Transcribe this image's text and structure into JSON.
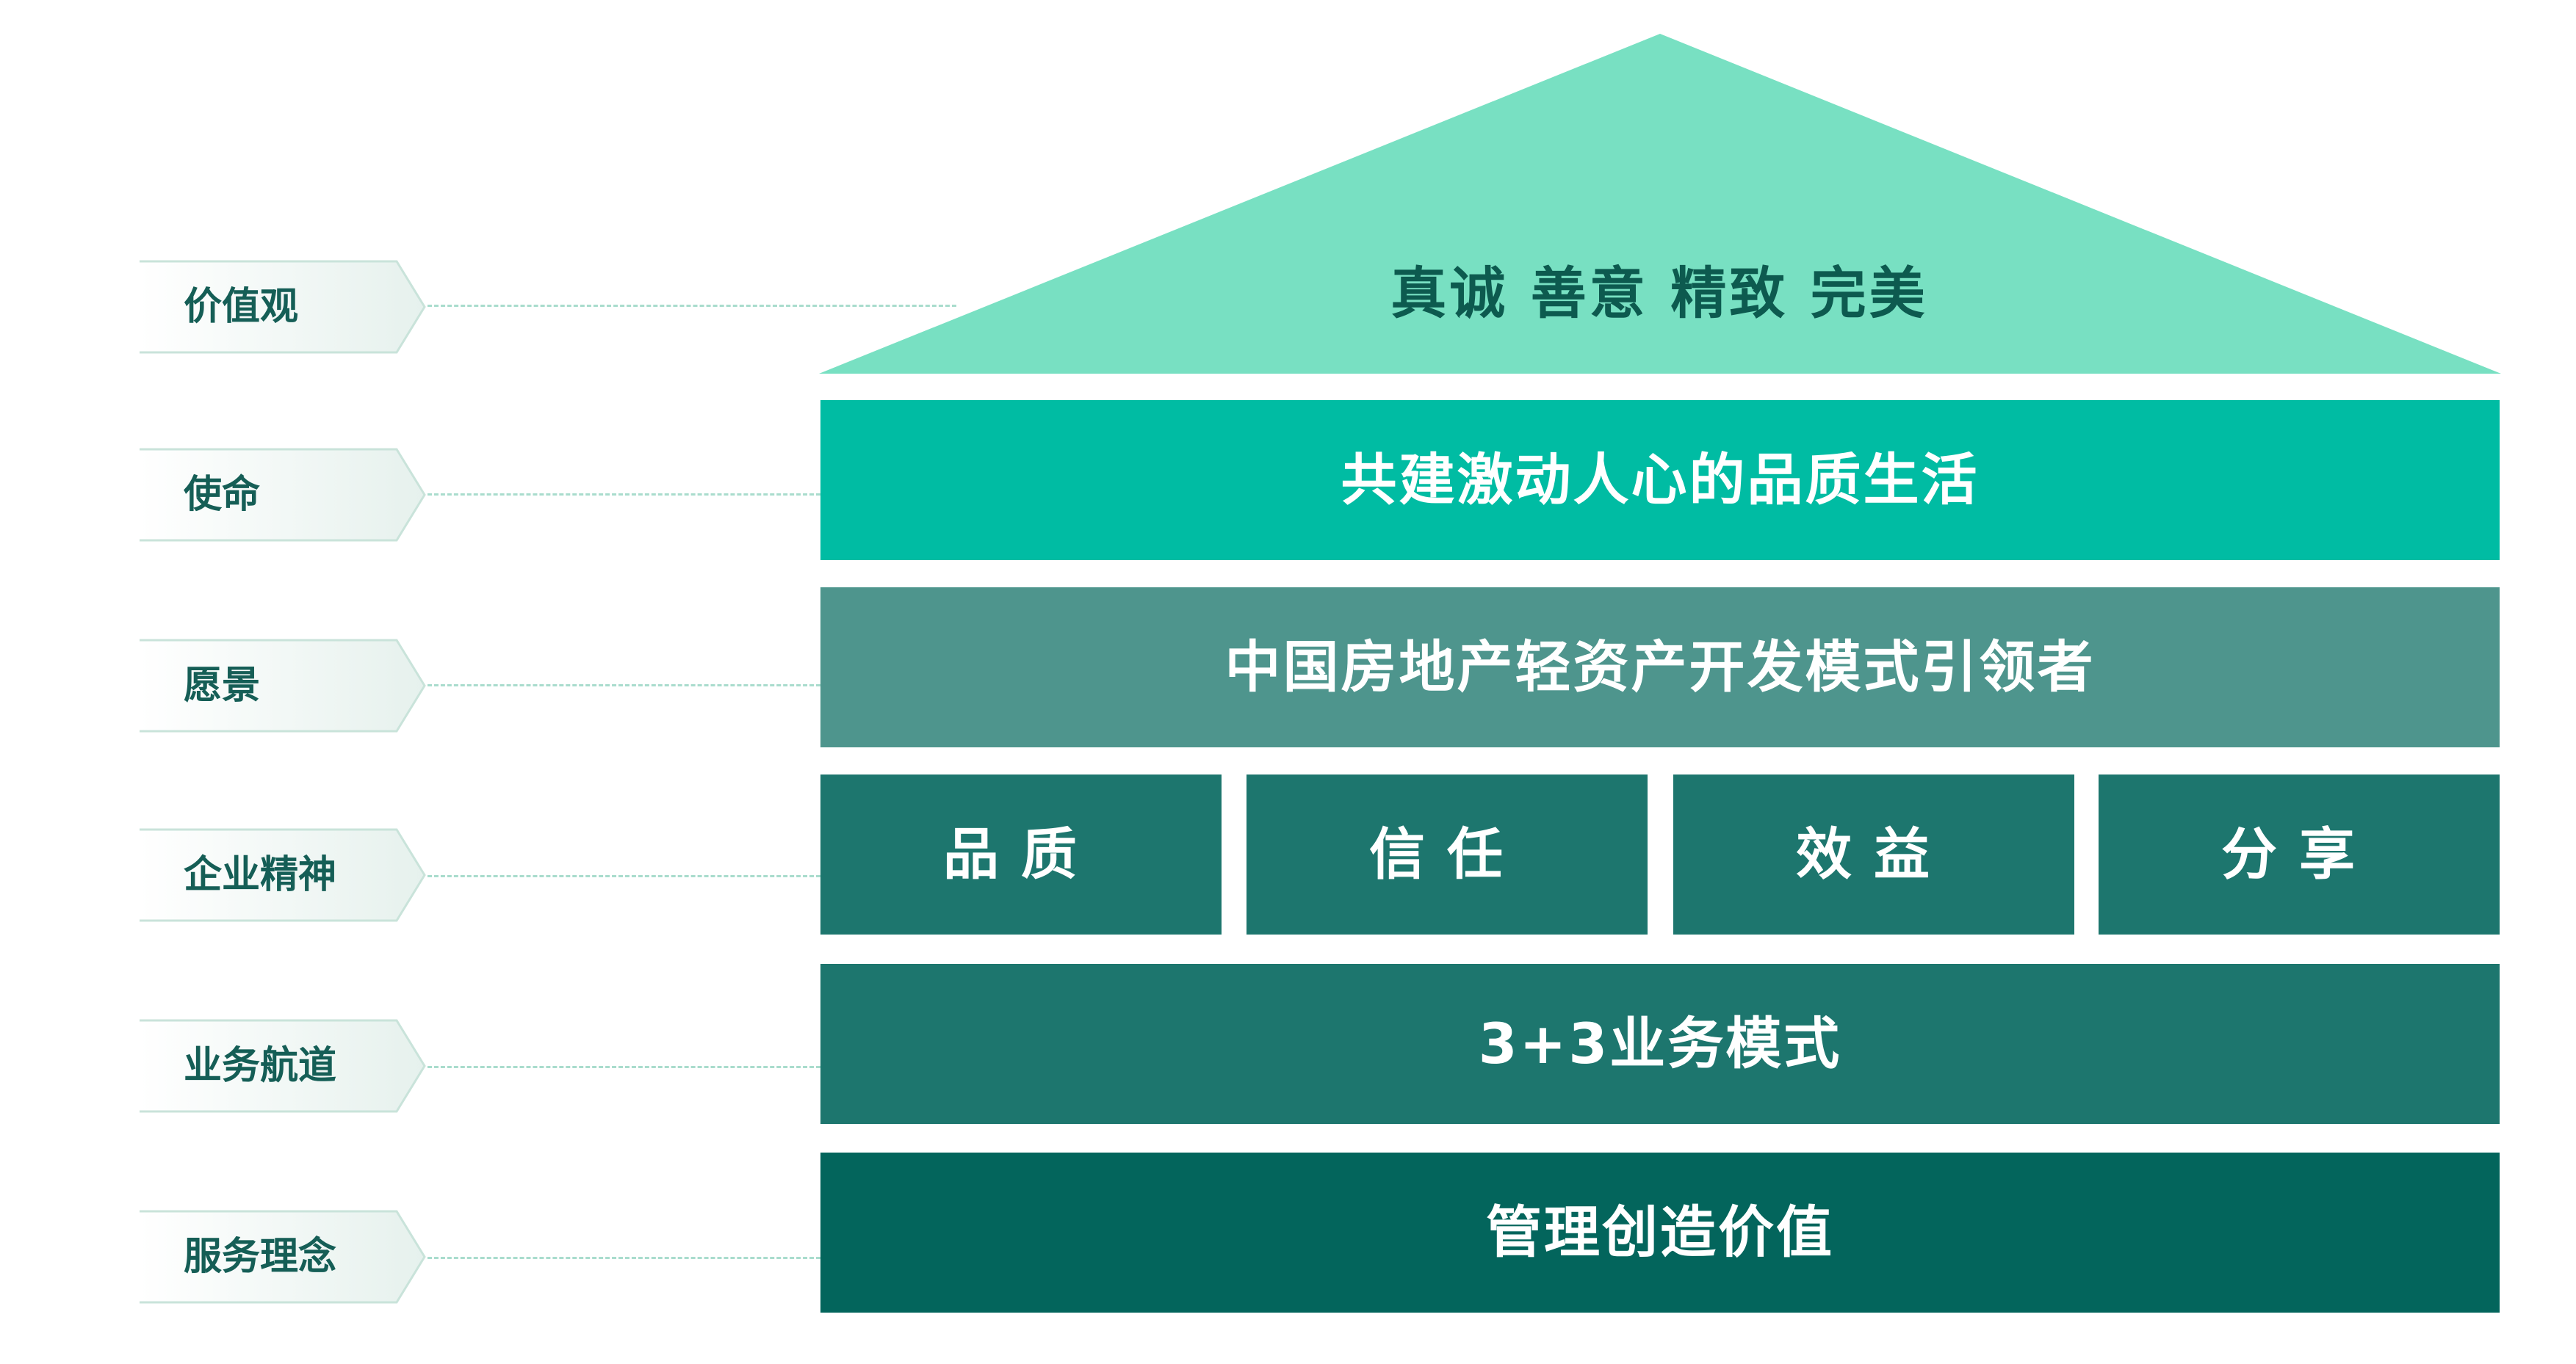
{
  "labels": [
    {
      "text": "价值观"
    },
    {
      "text": "使命"
    },
    {
      "text": "愿景"
    },
    {
      "text": "企业精神"
    },
    {
      "text": "业务航道"
    },
    {
      "text": "服务理念"
    }
  ],
  "roof": {
    "text": "真诚 善意 精致 完美",
    "color": "#78e0c2"
  },
  "mission": {
    "text": "共建激动人心的品质生活",
    "color": "#00bca3"
  },
  "vision": {
    "text": "中国房地产轻资产开发模式引领者",
    "color": "#4e958d"
  },
  "spirit": {
    "color": "#1d766e",
    "pillars": [
      "品质",
      "信任",
      "效益",
      "分享"
    ]
  },
  "business": {
    "text": "3+3业务模式",
    "color": "#1d766e"
  },
  "service": {
    "text": "管理创造价值",
    "color": "#03655c"
  },
  "colors": {
    "label_text": "#155e56",
    "label_fill_start": "#e9f2ee",
    "label_border": "#c9e3da",
    "connector": "#a9dccd"
  }
}
